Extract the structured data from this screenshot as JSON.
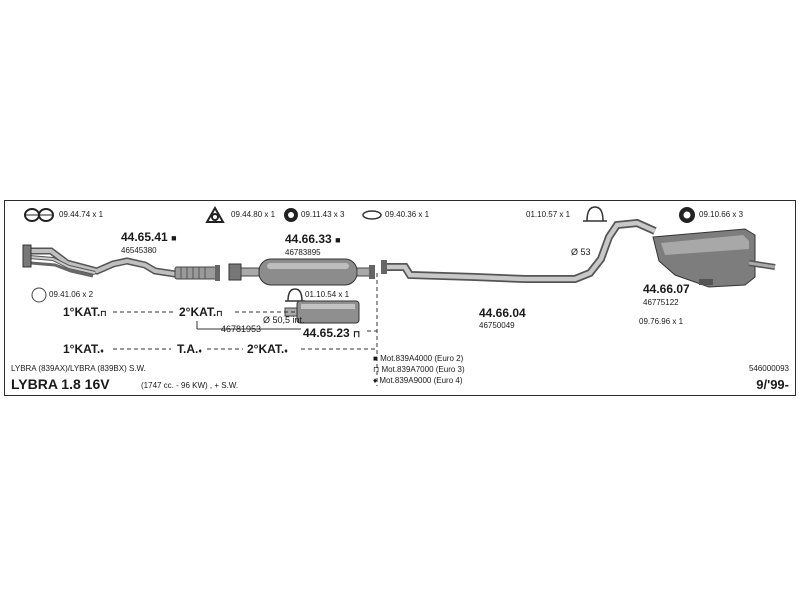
{
  "accessories": {
    "gasket_ring": "09.44.74 x 1",
    "gasket_triangle": "09.44.80 x 1",
    "rubber_ring": "09.11.43 x 3",
    "oval_ring": "09.40.36 x 1",
    "clamp": "01.10.57 x 1",
    "rubber_mount": "09.10.66 x 3",
    "small_ring": "09.41.06 x 2",
    "mid_clamp": "01.10.54 x 1",
    "tail_bracket": "09.76.96 x 1"
  },
  "parts": {
    "front_pipe": {
      "number": "44.65.41",
      "oe": "46545380"
    },
    "catalyst": {
      "number": "44.66.33",
      "oe": "46783895"
    },
    "catalyst_alt": {
      "number": "44.65.23",
      "oe": "46781953"
    },
    "middle_pipe": {
      "number": "44.66.04",
      "oe": "46750049"
    },
    "rear_silencer": {
      "number": "44.66.07",
      "oe": "46775122"
    }
  },
  "dimensions": {
    "diameter_53": "Ø 53",
    "diameter_505": "Ø 50,5 int."
  },
  "config": {
    "row1_kat1": "1°KAT.",
    "row1_kat2": "2°KAT.",
    "row2_kat1": "1°KAT.",
    "row2_ta": "T.A.",
    "row2_kat2": "2°KAT."
  },
  "markers": {
    "square": "■",
    "open_square": "⊓",
    "diamond": "♦"
  },
  "legend": [
    {
      "symbol": "■",
      "text": "Mot.839A4000 (Euro 2)"
    },
    {
      "symbol": "⊓",
      "text": "Mot.839A7000 (Euro 3)"
    },
    {
      "symbol": "♦",
      "text": "Mot.839A9000 (Euro 4)"
    }
  ],
  "vehicle": {
    "models": "LYBRA (839AX)/LYBRA (839BX) S.W.",
    "name": "LYBRA 1.8 16V",
    "spec": "(1747 cc. - 96 KW) , + S.W.",
    "date": "9/'99-",
    "reference": "546000093"
  }
}
